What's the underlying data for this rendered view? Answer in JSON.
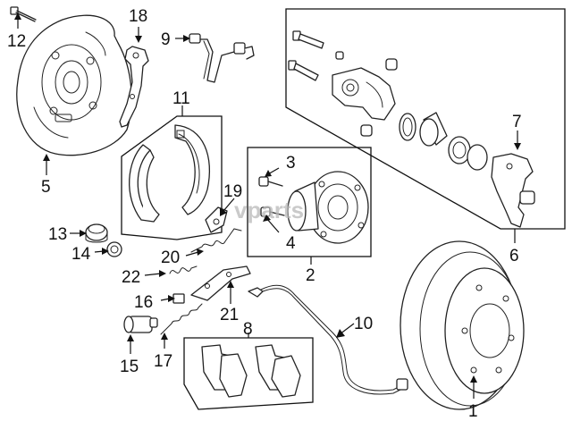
{
  "diagram": {
    "callouts": [
      {
        "id": "c1",
        "text": "1"
      },
      {
        "id": "c2",
        "text": "2"
      },
      {
        "id": "c3",
        "text": "3"
      },
      {
        "id": "c4",
        "text": "4"
      },
      {
        "id": "c5",
        "text": "5"
      },
      {
        "id": "c6",
        "text": "6"
      },
      {
        "id": "c7",
        "text": "7"
      },
      {
        "id": "c8",
        "text": "8"
      },
      {
        "id": "c9",
        "text": "9"
      },
      {
        "id": "c10",
        "text": "10"
      },
      {
        "id": "c11",
        "text": "11"
      },
      {
        "id": "c12",
        "text": "12"
      },
      {
        "id": "c13",
        "text": "13"
      },
      {
        "id": "c14",
        "text": "14"
      },
      {
        "id": "c15",
        "text": "15"
      },
      {
        "id": "c16",
        "text": "16"
      },
      {
        "id": "c17",
        "text": "17"
      },
      {
        "id": "c18",
        "text": "18"
      },
      {
        "id": "c19",
        "text": "19"
      },
      {
        "id": "c20",
        "text": "20"
      },
      {
        "id": "c21",
        "text": "21"
      },
      {
        "id": "c22",
        "text": "22"
      }
    ],
    "watermark": "vparts"
  }
}
